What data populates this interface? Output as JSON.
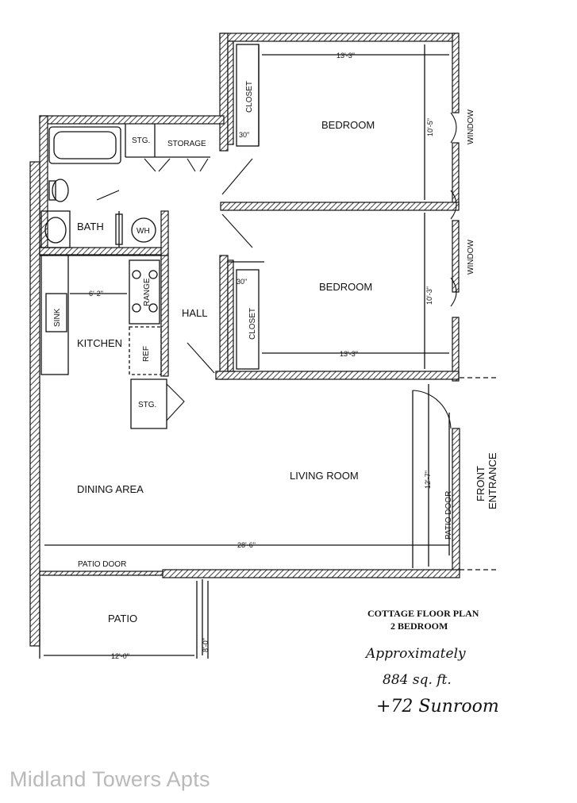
{
  "rooms": {
    "bedroom_upper": "BEDROOM",
    "bedroom_lower": "BEDROOM",
    "bath": "BATH",
    "kitchen": "KITCHEN",
    "hall": "HALL",
    "living_room": "LIVING ROOM",
    "dining_area": "DINING AREA",
    "patio": "PATIO"
  },
  "fixtures": {
    "closet_upper": "CLOSET",
    "closet_lower": "CLOSET",
    "stg_storage": "STG.",
    "storage": "STORAGE",
    "water_heater": "WH",
    "range": "RANGE",
    "sink": "SINK",
    "refrigerator": "REF",
    "stg_hall": "STG."
  },
  "openings": {
    "window_upper": "WINDOW",
    "window_lower": "WINDOW",
    "patio_door_bottom": "PATIO DOOR",
    "patio_door_side": "PATIO DOOR",
    "front_entrance_line1": "FRONT",
    "front_entrance_line2": "ENTRANCE"
  },
  "dimensions": {
    "bedroom_upper_width": "13'-3\"",
    "bedroom_upper_depth": "10'-5\"",
    "closet_upper_depth": "30\"",
    "bedroom_lower_width": "13'-3\"",
    "bedroom_lower_depth": "10'-3\"",
    "closet_lower_depth": "30\"",
    "kitchen_width": "6'-2\"",
    "living_depth": "12'-7\"",
    "overall_width": "28'-6\"",
    "patio_width": "12'-0\"",
    "patio_depth": "8'-0\""
  },
  "caption": {
    "line1": "COTTAGE FLOOR PLAN",
    "line2": "2 BEDROOM"
  },
  "handwritten": {
    "line1": "Approximately",
    "line2": "884 sq. ft.",
    "line3": "+72 Sunroom"
  },
  "watermark": "Midland Towers Apts",
  "colors": {
    "ink": "#111111",
    "watermark": "#b9b9b9",
    "background": "#ffffff"
  }
}
